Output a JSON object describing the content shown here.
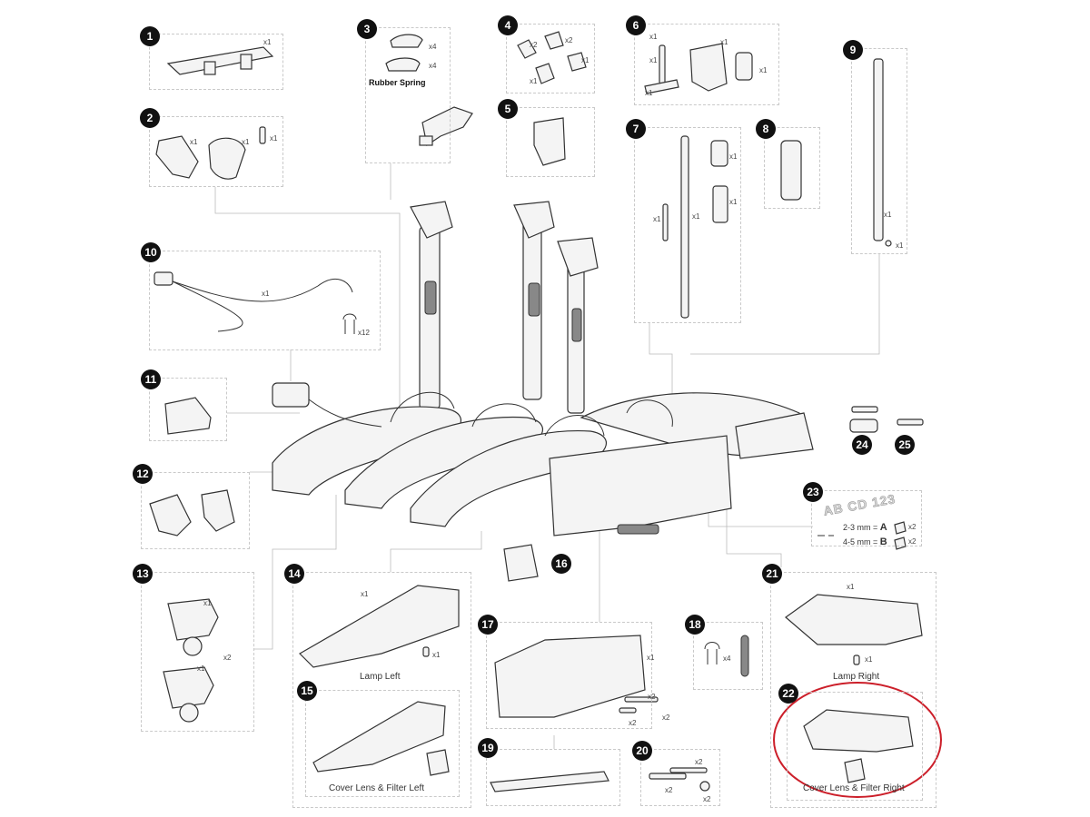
{
  "callouts": [
    "1",
    "2",
    "3",
    "4",
    "5",
    "6",
    "7",
    "8",
    "9",
    "10",
    "11",
    "12",
    "13",
    "14",
    "15",
    "16",
    "17",
    "18",
    "19",
    "20",
    "21",
    "22",
    "23",
    "24",
    "25"
  ],
  "labels": {
    "rubber_spring": "Rubber Spring",
    "lamp_left": "Lamp Left",
    "lamp_right": "Lamp Right",
    "cover_left": "Cover Lens & Filter Left",
    "cover_right": "Cover Lens & Filter Right",
    "plate_text": "AB CD 123",
    "spec_a_prefix": "2-3 mm = ",
    "spec_a_letter": "A",
    "spec_b_prefix": "4-5 mm = ",
    "spec_b_letter": "B"
  },
  "quantities": {
    "x1": "x1",
    "x2": "x2",
    "x4": "x4",
    "x12": "x12"
  },
  "colors": {
    "highlight": "#cc1f2a",
    "callout": "#111111",
    "box_border": "#c9c9c9"
  }
}
